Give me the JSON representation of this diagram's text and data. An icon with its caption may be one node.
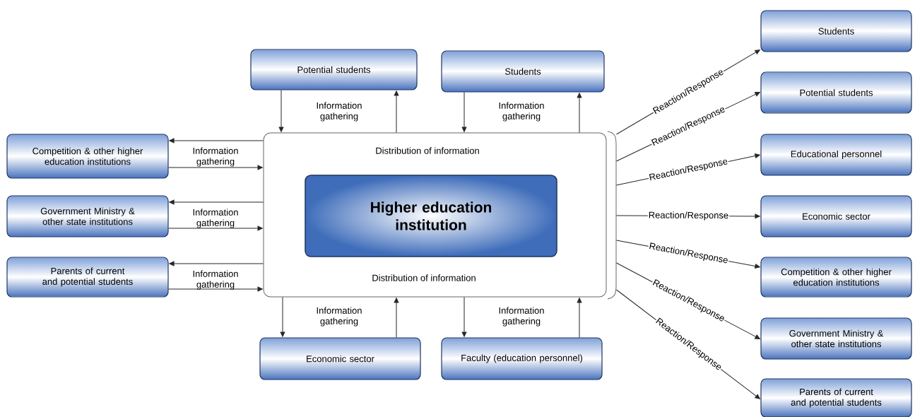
{
  "diagram": {
    "nodes": [
      {
        "text": [
          "Distribution of information",
          "Distribution of information"
        ]
      },
      {
        "text": [
          "Higher education institution"
        ],
        "in": 0
      },
      {
        "text": [
          "Potential students"
        ]
      },
      {
        "text": [
          "Students"
        ]
      },
      {
        "text": [
          "Competition & other higher education institutions"
        ]
      },
      {
        "text": [
          "Government Ministry & other state institutions"
        ]
      },
      {
        "text": [
          "Parents of current and potential students"
        ]
      },
      {
        "text": [
          "Economic sector"
        ]
      },
      {
        "text": [
          "Faculty (education personnel)"
        ]
      },
      {
        "text": [
          "Students"
        ]
      },
      {
        "text": [
          "Potential students"
        ]
      },
      {
        "text": [
          "Educational personnel"
        ]
      },
      {
        "text": [
          "Economic sector"
        ]
      },
      {
        "text": [
          "Competition & other higher education institutions"
        ]
      },
      {
        "text": [
          "Government Ministry & other state institutions"
        ]
      },
      {
        "text": [
          "Parents of current and potential students"
        ]
      }
    ],
    "edges": [
      {
        "from": 2,
        "to": 0,
        "arrow": "to",
        "label": "Information gathering"
      },
      {
        "from": 0,
        "to": 2,
        "arrow": "to"
      },
      {
        "from": 3,
        "to": 0,
        "arrow": "to",
        "label": "Information gathering"
      },
      {
        "from": 0,
        "to": 3,
        "arrow": "to"
      },
      {
        "from": 0,
        "to": 4,
        "arrow": "to"
      },
      {
        "from": 4,
        "to": 0,
        "arrow": "to",
        "label": "Information gathering"
      },
      {
        "from": 0,
        "to": 5,
        "arrow": "to"
      },
      {
        "from": 5,
        "to": 0,
        "arrow": "to",
        "label": "Information gathering"
      },
      {
        "from": 0,
        "to": 6,
        "arrow": "to"
      },
      {
        "from": 6,
        "to": 0,
        "arrow": "to",
        "label": "Information gathering"
      },
      {
        "from": 0,
        "to": 7,
        "arrow": "to"
      },
      {
        "from": 7,
        "to": 0,
        "arrow": "to",
        "label": "Information gathering"
      },
      {
        "from": 0,
        "to": 8,
        "arrow": "to"
      },
      {
        "from": 8,
        "to": 0,
        "arrow": "to",
        "label": "Information gathering"
      },
      {
        "from": 0,
        "to": 9,
        "arrow": "to",
        "label": "Reaction/Response"
      },
      {
        "from": 0,
        "to": 10,
        "arrow": "to",
        "label": "Reaction/Response"
      },
      {
        "from": 0,
        "to": 11,
        "arrow": "to",
        "label": "Reaction/Response"
      },
      {
        "from": 0,
        "to": 12,
        "arrow": "to",
        "label": "Reaction/Response"
      },
      {
        "from": 0,
        "to": 13,
        "arrow": "to",
        "label": "Reaction/Response"
      },
      {
        "from": 0,
        "to": 14,
        "arrow": "to",
        "label": "Reaction/Response"
      },
      {
        "from": 0,
        "to": 15,
        "arrow": "to",
        "label": "Reaction/Response"
      }
    ]
  }
}
